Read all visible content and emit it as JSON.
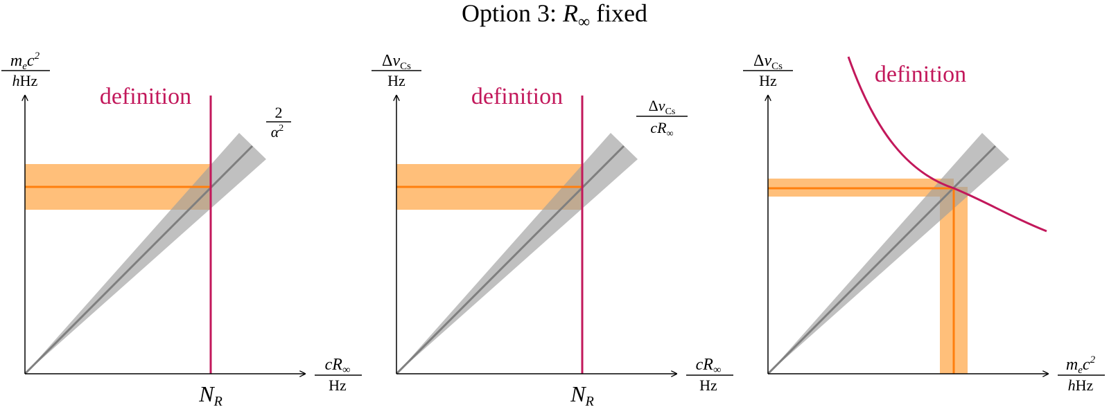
{
  "title": {
    "prefix": "Option 3:",
    "symbol": "R",
    "subscript": "∞",
    "suffix": "fixed"
  },
  "colors": {
    "axis": "#000000",
    "definition": "#c2185b",
    "measurement": "#ff7f0e",
    "measurement_band": "#ffb86b",
    "ratio_line": "#7f7f7f",
    "ratio_band": "#bdbdbd"
  },
  "panels": [
    {
      "id": "panel-1",
      "y_axis_label": {
        "numerator": "m_e c²",
        "denominator": "h Hz"
      },
      "x_axis_label": {
        "numerator": "c R∞",
        "denominator": "Hz"
      },
      "ratio_label": {
        "numerator": "2",
        "denominator": "α²"
      },
      "definition_label": "definition",
      "definition_shape": "vertical-line",
      "x_tick_label": "N_R"
    },
    {
      "id": "panel-2",
      "y_axis_label": {
        "numerator": "Δν_Cs",
        "denominator": "Hz"
      },
      "x_axis_label": {
        "numerator": "c R∞",
        "denominator": "Hz"
      },
      "ratio_label": {
        "numerator": "Δν_Cs",
        "denominator": "c R∞"
      },
      "definition_label": "definition",
      "definition_shape": "vertical-line",
      "x_tick_label": "N_R"
    },
    {
      "id": "panel-3",
      "y_axis_label": {
        "numerator": "Δν_Cs",
        "denominator": "Hz"
      },
      "x_axis_label": {
        "numerator": "m_e c²",
        "denominator": "h Hz"
      },
      "definition_label": "definition",
      "definition_shape": "hyperbola"
    }
  ]
}
